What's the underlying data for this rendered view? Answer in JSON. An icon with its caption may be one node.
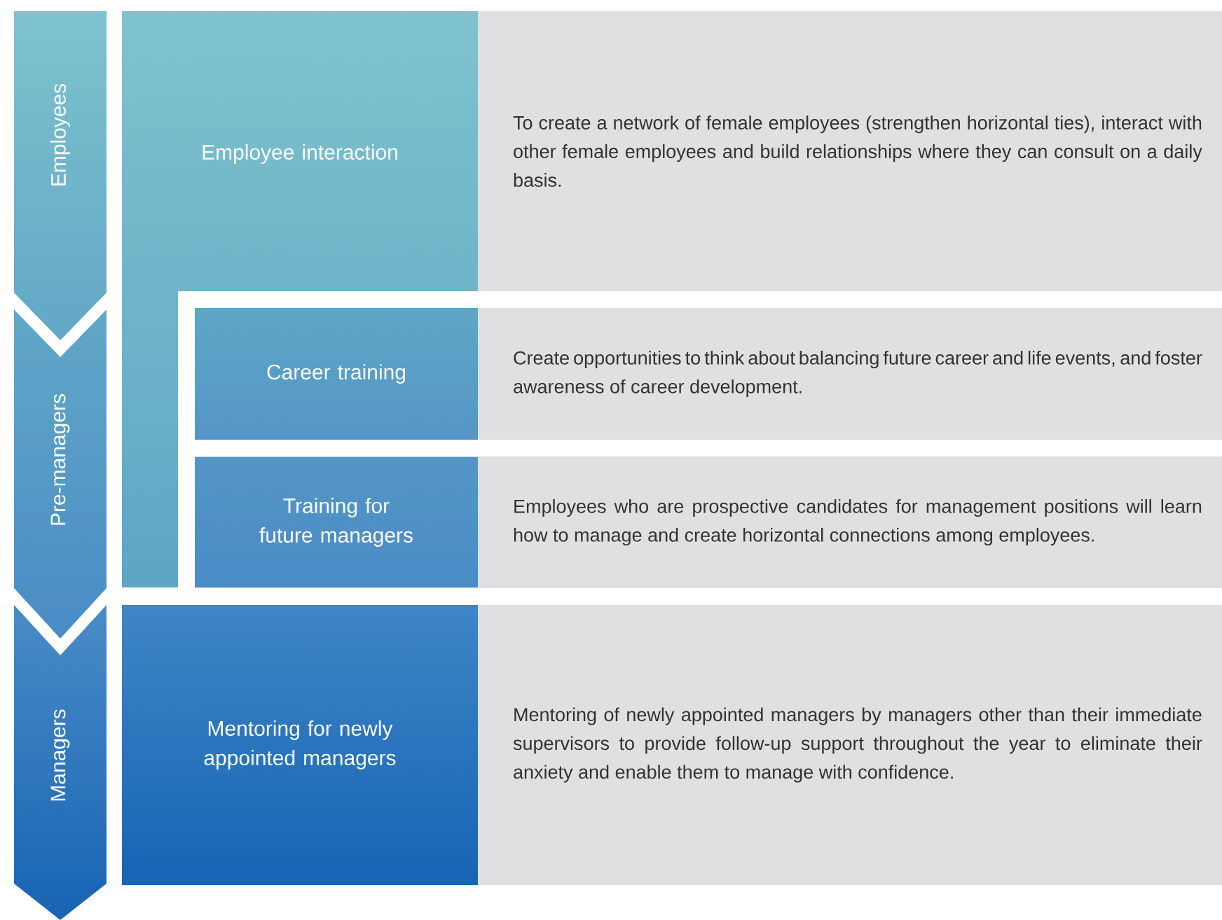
{
  "diagram": {
    "nodes": [
      {
        "text": [
          "Employees"
        ]
      },
      {
        "text": [
          "Pre-managers"
        ]
      },
      {
        "text": [
          "Managers"
        ]
      },
      {
        "text": [
          "Employee interaction"
        ]
      },
      {
        "text": [
          "Career training"
        ]
      },
      {
        "text": [
          "Training for future managers"
        ]
      },
      {
        "text": [
          "Mentoring for newly appointed managers"
        ]
      },
      {
        "text": [
          "To create a network of female employees (strengthen horizontal ties), interact with other female employees and build relationships where they can consult on a daily basis."
        ]
      },
      {
        "text": [
          "Create opportunities to think about balancing future career and life events, and foster awareness of career development."
        ]
      },
      {
        "text": [
          "Employees who are prospective candidates for management positions will learn how to manage and create horizontal connections among employees."
        ]
      },
      {
        "text": [
          "Mentoring of newly appointed managers by managers other than their immediate supervisors to provide follow-up support throughout the year to eliminate their anxiety and enable them to manage with confidence."
        ]
      }
    ],
    "edges": []
  }
}
